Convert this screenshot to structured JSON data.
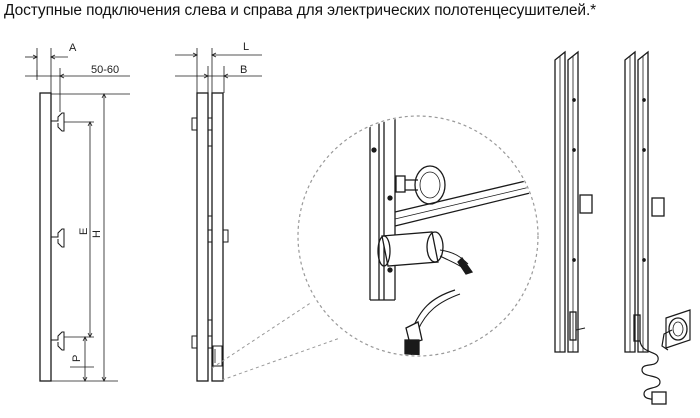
{
  "title": "Доступные подключения слева и справа для электрических полотенцесушителей.*",
  "dimensions": {
    "a": "A",
    "gap": "50-60",
    "h": "H",
    "e": "E",
    "p": "P",
    "l": "L",
    "b": "B"
  },
  "colors": {
    "stroke": "#1a1a1a",
    "dim_line": "#333333",
    "magnifier": "#999999"
  }
}
